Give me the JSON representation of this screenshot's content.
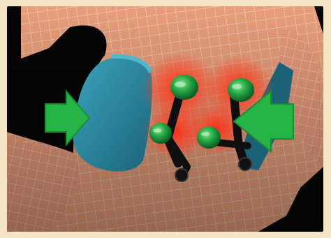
{
  "illustration": {
    "subject": "3d-massage-chair-back-mechanism",
    "colors": {
      "frame": "#f5e5c4",
      "background": "#050505",
      "skin": "#e8a07c",
      "skin_grid": "#f6d6c4",
      "cushion": "#2f8ea5",
      "arrow": "#2bb94a",
      "roller": "#1f9c3a",
      "heat": "#ff3b1f",
      "arm": "#111111"
    },
    "arrows": [
      {
        "name": "left-airbag-arrow",
        "direction": "right"
      },
      {
        "name": "right-airbag-arrow",
        "direction": "left"
      }
    ],
    "rollers": [
      {
        "name": "roller-upper-left"
      },
      {
        "name": "roller-upper-right"
      },
      {
        "name": "roller-lower-left"
      },
      {
        "name": "roller-lower-right"
      }
    ]
  }
}
